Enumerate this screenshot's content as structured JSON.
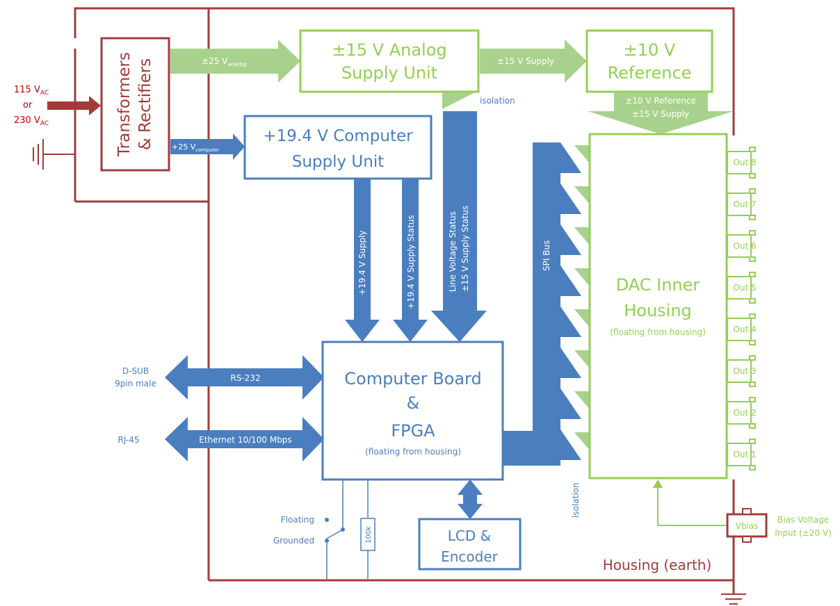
{
  "colors": {
    "housing": "#a33a3a",
    "computer": "#4a7ebf",
    "analog": "#92d050",
    "arrow_blue": "#4a7ebf",
    "arrow_green": "#a9d18e",
    "arrow_red": "#a33a3a"
  },
  "input": {
    "mains_line1": "115 V",
    "mains_sub1": "AC",
    "mains_or": "or",
    "mains_line2": "230 V",
    "mains_sub2": "AC"
  },
  "blocks": {
    "transformers": "Transformers",
    "rectifiers": "& Rectifiers",
    "analog_supply_line1": "±15 V Analog",
    "analog_supply_line2": "Supply Unit",
    "reference_line1": "±10 V",
    "reference_line2": "Reference",
    "computer_supply_line1": "+19.4 V Computer",
    "computer_supply_line2": "Supply Unit",
    "board_line1": "Computer Board",
    "board_line2": "&",
    "board_line3": "FPGA",
    "board_note": "(floating from housing)",
    "dac_line1": "DAC Inner",
    "dac_line2": "Housing",
    "dac_note": "(floating from housing)",
    "lcd_line1": "LCD &",
    "lcd_line2": "Encoder",
    "housing_label": "Housing (earth)"
  },
  "arrows": {
    "analog_25v": "±25 V",
    "analog_25v_sub": "analog",
    "supply_15v": "±15 V Supply",
    "ref_line1": "±10 V Reference",
    "ref_line2": "±15 V Supply",
    "computer_25v": "+25 V",
    "computer_25v_sub": "computer",
    "supply_19v": "+19.4 V Supply",
    "status_19v": "+19.4 V Supply Status",
    "line_status": "Line Voltage Status",
    "status_15v": "±15 V Supply Status",
    "spi_bus": "SPI Bus",
    "rs232": "RS-232",
    "ethernet": "Ethernet 10/100 Mbps"
  },
  "labels": {
    "isolation_top": "isolation",
    "isolation_side": "isolation",
    "dsub_line1": "D-SUB",
    "dsub_line2": "9pin male",
    "rj45": "RJ-45",
    "floating": "Floating",
    "grounded": "Grounded",
    "resistor": "100k",
    "vbias": "Vbias",
    "bias_line1": "Bias Voltage",
    "bias_line2": "Input (±20 V)"
  },
  "outputs": [
    "Out 8",
    "Out 7",
    "Out 6",
    "Out 5",
    "Out 4",
    "Out 3",
    "Out 2",
    "Out 1"
  ]
}
